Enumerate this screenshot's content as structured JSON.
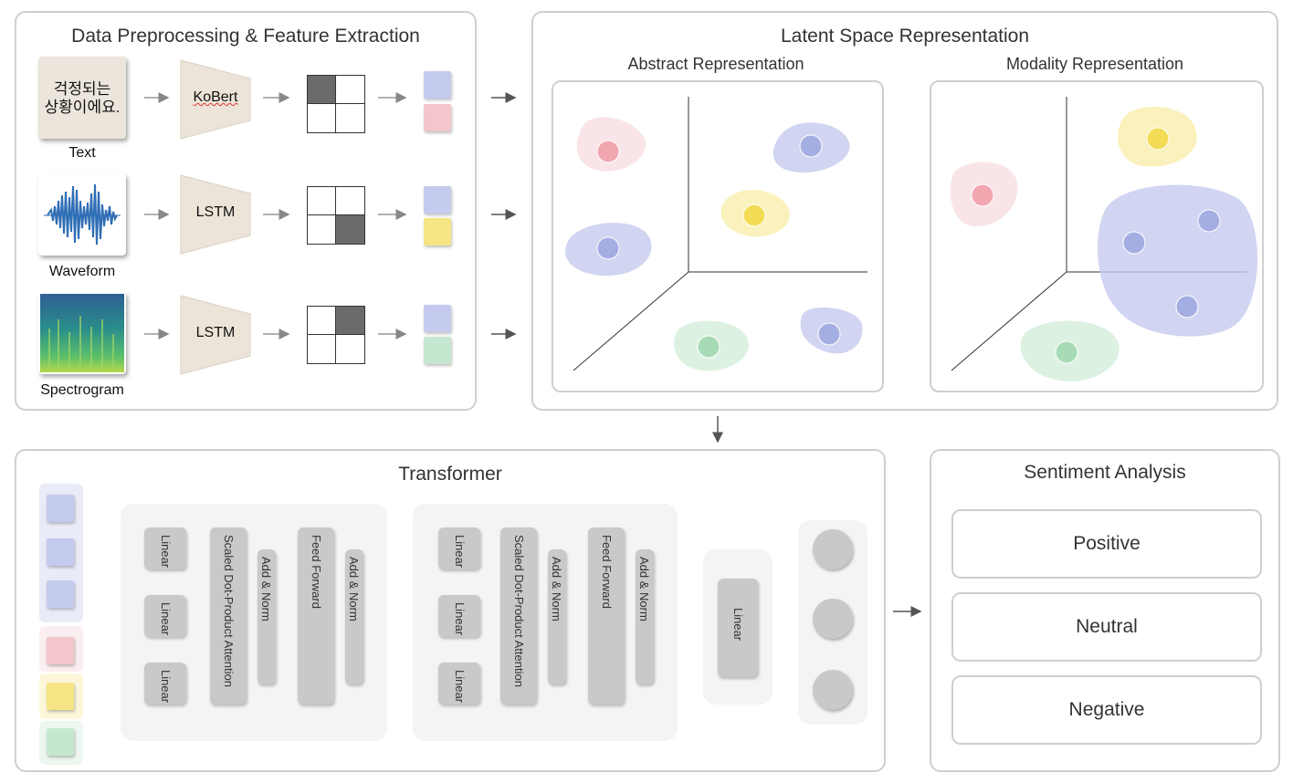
{
  "preprocessing": {
    "title": "Data Preprocessing & Feature Extraction",
    "rows": [
      {
        "label": "Text",
        "sample_text": "걱정되는\n상황이에요.",
        "encoder": "KoBert",
        "dark_cell": 0,
        "token_colors": [
          "#c5cbee",
          "#f2c6cb"
        ]
      },
      {
        "label": "Waveform",
        "encoder": "LSTM",
        "dark_cell": 3,
        "token_colors": [
          "#c5cbee",
          "#f5e585"
        ]
      },
      {
        "label": "Spectrogram",
        "encoder": "LSTM",
        "dark_cell": 1,
        "token_colors": [
          "#c5cbee",
          "#c6e7cf"
        ]
      }
    ]
  },
  "latent": {
    "title": "Latent Space Representation",
    "abstract_title": "Abstract Representation",
    "modality_title": "Modality Representation"
  },
  "transformer": {
    "title": "Transformer",
    "input_tokens": [
      "#c5cbee",
      "#c5cbee",
      "#c5cbee",
      "#f2c6cb",
      "#f5e585",
      "#c6e7cf"
    ],
    "layer": {
      "linear": "Linear",
      "attention": "Scaled Dot-Product Attention",
      "add_norm": "Add & Norm",
      "feed_forward": "Feed Forward"
    },
    "output_linear": "Linear"
  },
  "sentiment": {
    "title": "Sentiment Analysis",
    "classes": [
      "Positive",
      "Neutral",
      "Negative"
    ]
  },
  "colors": {
    "blue": "#c5cbee",
    "pink": "#f2c6cb",
    "yellow": "#f5e585",
    "green": "#c6e7cf",
    "border": "#cfcfcf",
    "pill": "#c9c9c9"
  }
}
